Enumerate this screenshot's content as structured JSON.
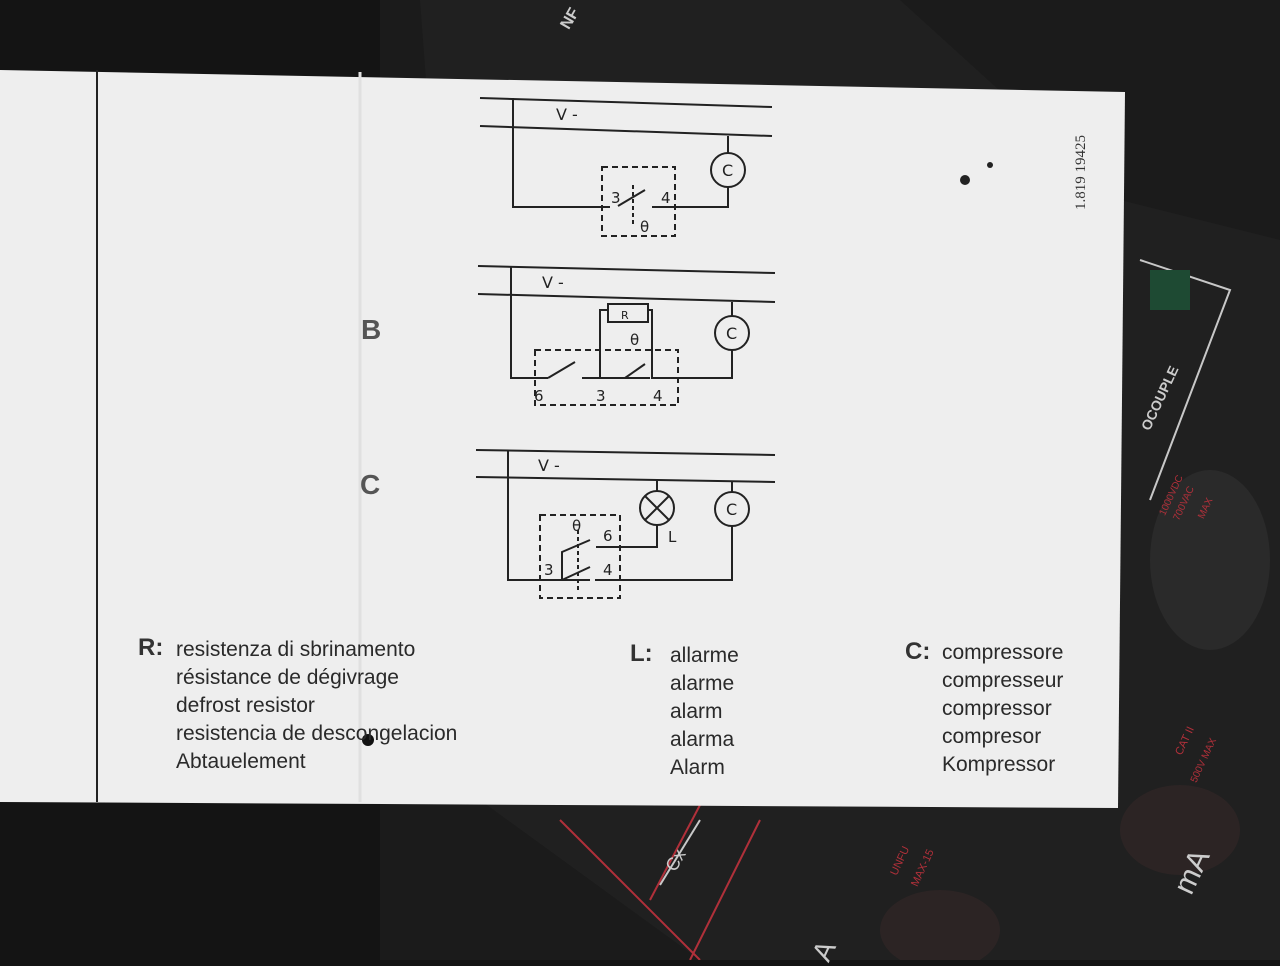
{
  "document_code": "1.819 19425",
  "diagrams": {
    "A": {
      "supply_label": "V -",
      "terminals": [
        "3",
        "4"
      ],
      "thermostat_symbol": "θ",
      "load_label": "C"
    },
    "B": {
      "section_label": "B",
      "supply_label": "V -",
      "terminals": [
        "6",
        "3",
        "4"
      ],
      "thermostat_symbol": "θ",
      "resistor_label": "R",
      "load_label": "C"
    },
    "C": {
      "section_label": "C",
      "supply_label": "V -",
      "terminals": [
        "6",
        "3",
        "4"
      ],
      "thermostat_symbol": "θ",
      "lamp_label": "L",
      "load_label": "C"
    }
  },
  "legend": {
    "R": {
      "key": "R:",
      "lines": [
        "resistenza di sbrinamento",
        "résistance de dégivrage",
        "defrost resistor",
        "resistencia de descongelacion",
        "Abtauelement"
      ]
    },
    "L": {
      "key": "L:",
      "lines": [
        "allarme",
        "alarme",
        "alarm",
        "alarma",
        "Alarm"
      ]
    },
    "C": {
      "key": "C:",
      "lines": [
        "compressore",
        "compresseur",
        "compressor",
        "compresor",
        "Kompressor"
      ]
    }
  },
  "multimeter": {
    "labels": [
      "NF",
      "OCOUPLE",
      "1000VDC",
      "700VAC",
      "MAX",
      "CAT II",
      "500V MAX",
      "mA",
      "A",
      "Cx",
      "UNFU",
      "MAX-15"
    ],
    "colors": {
      "body": "#141414",
      "panel_line": "#c8c8c8",
      "warning_text": "#b0303a",
      "paper": "#eeeeee"
    }
  }
}
